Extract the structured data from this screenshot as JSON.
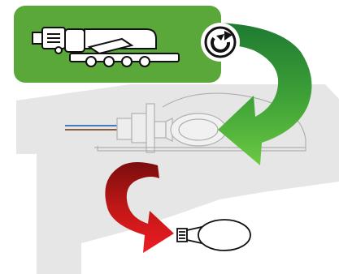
{
  "figure": {
    "kind": "lamp-replacement-instruction",
    "steps": [
      {
        "name": "rotate-fixture",
        "icon": "rotate-clockwise-icon"
      },
      {
        "name": "remove-old-lamp",
        "icon": "lamp-removal-icon"
      },
      {
        "name": "install-new-lamp",
        "icon": "new-lamp-icon"
      }
    ]
  },
  "colors": {
    "panel_green": "#5aa83a",
    "arrow_green_dark": "#1f7a32",
    "arrow_green_light": "#5cbf3e",
    "arrow_red_dark": "#8a1010",
    "arrow_red_light": "#e8131b",
    "housing_gray": "#e6e6e6",
    "line_gray": "#b8b8b8",
    "wire_blue": "#2d6db3",
    "wire_brown": "#7a4a2a",
    "outline": "#111111"
  }
}
